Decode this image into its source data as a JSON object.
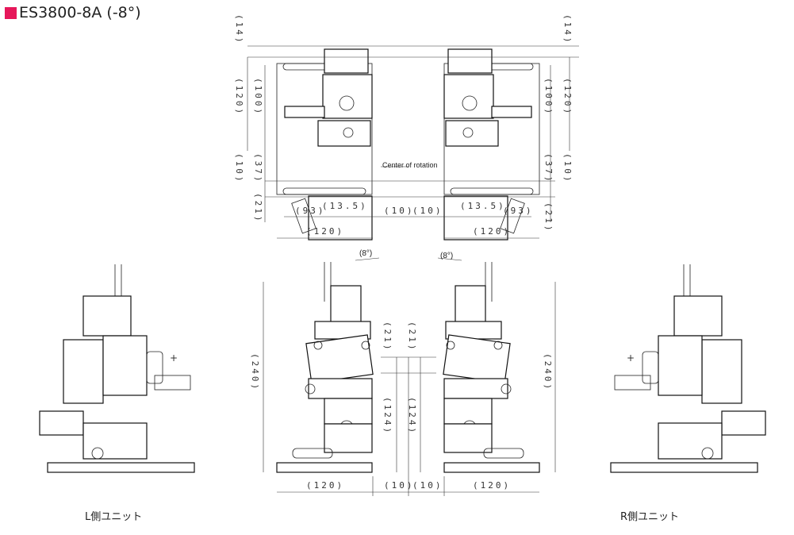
{
  "title": "ES3800-8A (-8°)",
  "title_marker_color": "#e6175a",
  "top_view": {
    "dim_14": "(14)",
    "dim_120_v": "(120)",
    "dim_100": "(100)",
    "dim_10_v": "(10)",
    "dim_37": "(37)",
    "dim_21": "(21)",
    "dim_93": "(93)",
    "dim_13_5": "(13.5)",
    "dim_10_h": "(10)",
    "dim_120_h": "(120)",
    "center_label": "Center of rotation"
  },
  "front_view": {
    "angle": "(8°)",
    "dim_240": "(240)",
    "dim_21": "(21)",
    "dim_124": "(124)",
    "dim_120": "(120)",
    "dim_10": "(10)"
  },
  "captions": {
    "left_unit": "L側ユニット",
    "right_unit": "R側ユニット"
  }
}
